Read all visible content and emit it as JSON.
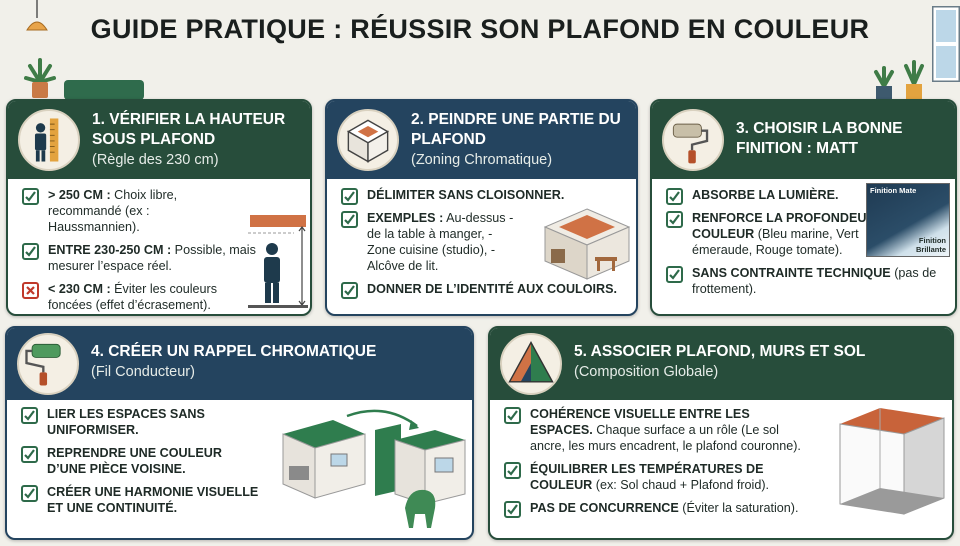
{
  "title": "GUIDE PRATIQUE : RÉUSSIR SON PLAFOND EN COULEUR",
  "cards": [
    {
      "heading": "1. VÉRIFIER LA HAUTEUR SOUS PLAFOND",
      "sub": "(Règle des 230 cm)",
      "icon": "ruler-person-icon",
      "items": [
        {
          "status": "check",
          "bold": "> 250 CM :",
          "text": " Choix libre, recommandé (ex : Haussmannien)."
        },
        {
          "status": "check",
          "bold": "ENTRE 230-250 CM :",
          "text": " Possible, mais mesurer l’espace réel."
        },
        {
          "status": "cross",
          "bold": "< 230 CM :",
          "text": " Éviter les couleurs foncées (effet d’écrasement)."
        }
      ]
    },
    {
      "heading": "2. PEINDRE UNE PARTIE DU PLAFOND",
      "sub": "(Zoning Chromatique)",
      "icon": "room-zoning-icon",
      "items": [
        {
          "status": "check",
          "bold": "DÉLIMITER SANS CLOISONNER.",
          "text": ""
        },
        {
          "status": "check",
          "bold": "EXEMPLES :",
          "text": " Au-dessus - de la table à manger, - Zone cuisine (studio), - Alcôve de lit."
        },
        {
          "status": "check",
          "bold": "DONNER DE L’IDENTITÉ AUX COULOIRS.",
          "text": ""
        }
      ]
    },
    {
      "heading": "3. CHOISIR LA BONNE FINITION : MATT",
      "sub": "",
      "icon": "paint-roller-icon",
      "items": [
        {
          "status": "check",
          "bold": "ABSORBE LA LUMIÈRE.",
          "text": ""
        },
        {
          "status": "check",
          "bold": "RENFORCE LA PROFONDEUR DE COULEUR",
          "text": " (Bleu marine, Vert émeraude, Rouge tomate)."
        },
        {
          "status": "check",
          "bold": "SANS CONTRAINTE TECHNIQUE",
          "text": " (pas de frottement)."
        }
      ],
      "finish_labels": {
        "matte": "Finition Mate",
        "glossy": "Finition Brillante"
      }
    },
    {
      "heading": "4. CRÉER UN RAPPEL CHROMATIQUE",
      "sub": "(Fil Conducteur)",
      "icon": "paint-roller-green-icon",
      "items": [
        {
          "status": "check",
          "bold": "LIER LES ESPACES SANS UNIFORMISER.",
          "text": ""
        },
        {
          "status": "check",
          "bold": "REPRENDRE UNE COULEUR D’UNE PIÈCE VOISINE.",
          "text": ""
        },
        {
          "status": "check",
          "bold": "CRÉER UNE HARMONIE VISUELLE ET UNE CONTINUITÉ.",
          "text": ""
        }
      ]
    },
    {
      "heading": "5. ASSOCIER PLAFOND, MURS ET SOL",
      "sub": "(Composition Globale)",
      "icon": "triangle-composition-icon",
      "items": [
        {
          "status": "check",
          "bold": "COHÉRENCE VISUELLE ENTRE LES ESPACES.",
          "text": " Chaque surface a un rôle (Le sol ancre, les murs encadrent, le plafond couronne)."
        },
        {
          "status": "check",
          "bold": "ÉQUILIBRER LES TEMPÉRATURES DE COULEUR",
          "text": " (ex: Sol chaud + Plafond froid)."
        },
        {
          "status": "check",
          "bold": "PAS DE CONCURRENCE",
          "text": " (Éviter la saturation)."
        }
      ]
    }
  ],
  "colors": {
    "green": "#274d3b",
    "navy": "#24445f",
    "terracotta": "#d07245",
    "check": "#2e6a4a",
    "cross": "#c0392b"
  }
}
